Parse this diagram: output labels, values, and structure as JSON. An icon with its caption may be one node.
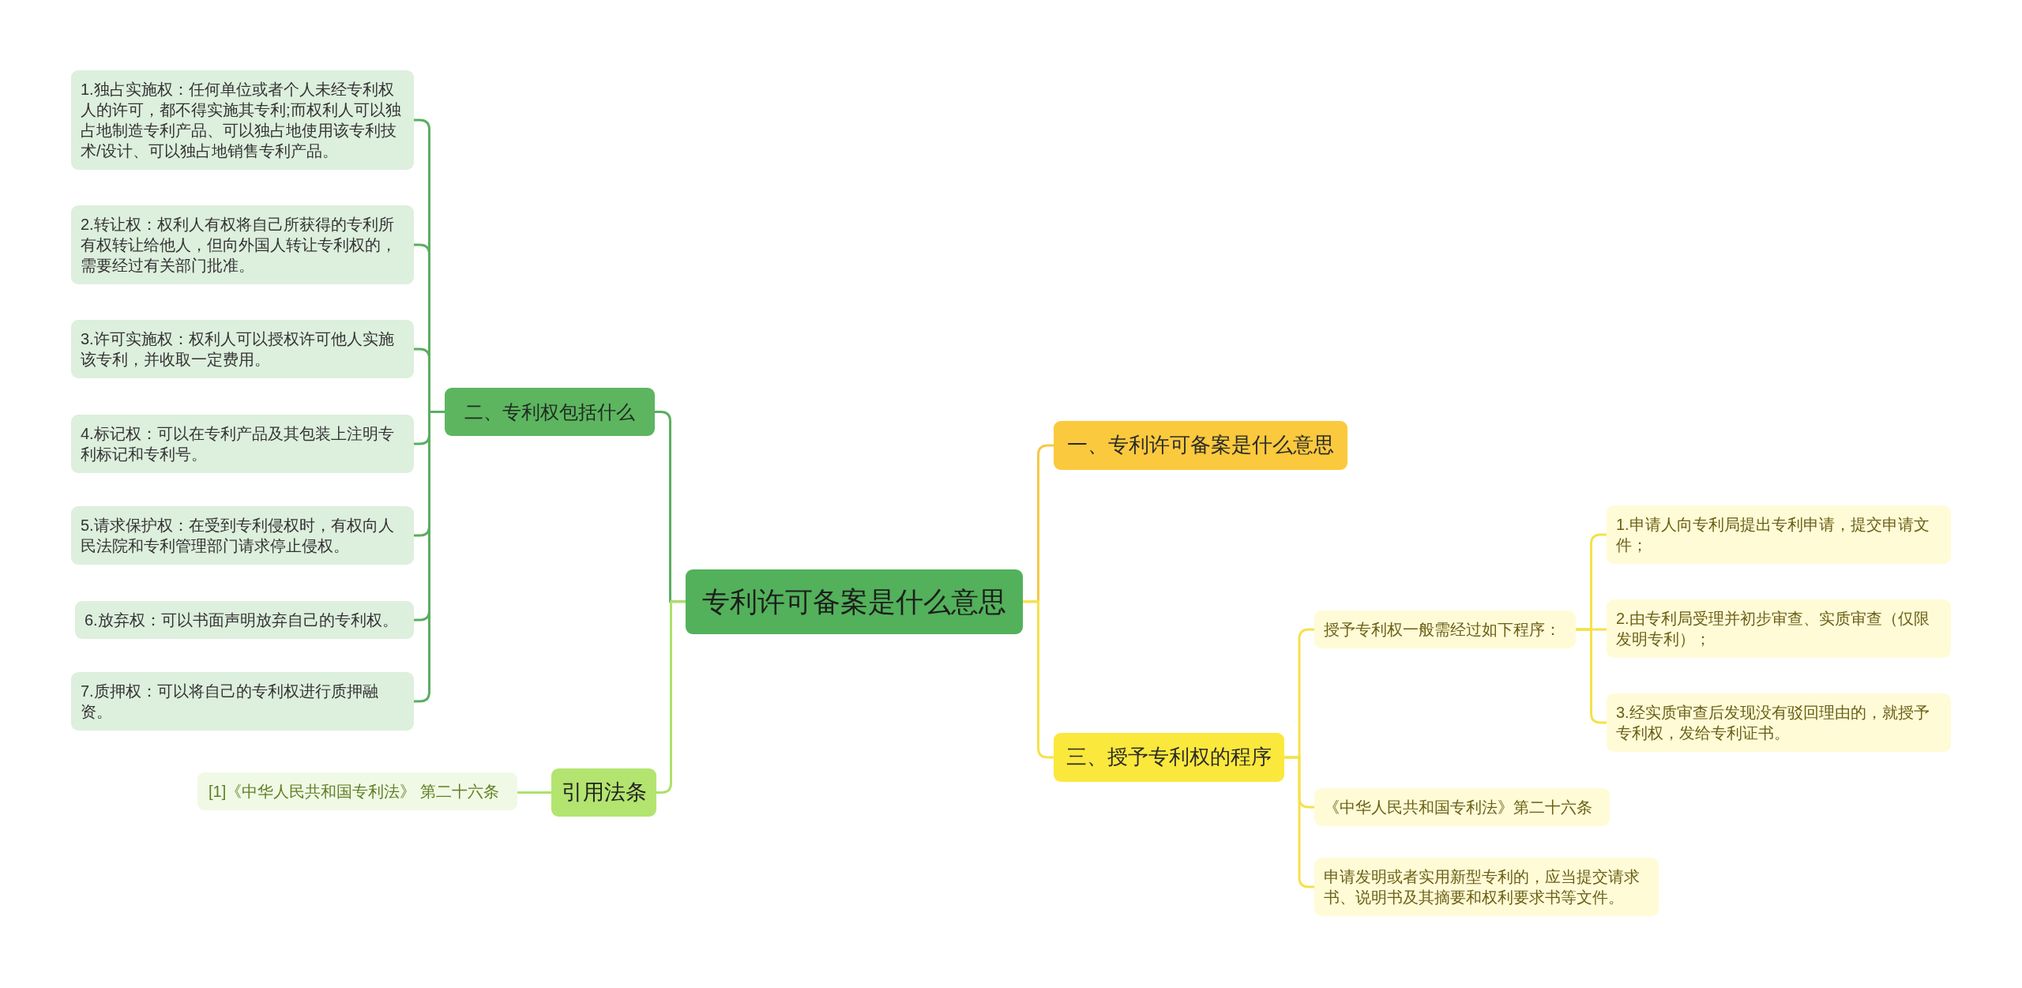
{
  "diagram": {
    "nodes": [
      {
        "text": [
          "专利许可备案是什么意思"
        ]
      },
      {
        "text": [
          "二、专利权包括什么"
        ]
      },
      {
        "text": [
          "1.独占实施权：任何单位或者个人未经专利权人的许可，都不得实施其专利;而权利人可以独占地制造专利产品、可以独占地使用该专利技术/设计、可以独占地销售专利产品。"
        ]
      },
      {
        "text": [
          "2.转让权：权利人有权将自己所获得的专利所有权转让给他人，但向外国人转让专利权的，需要经过有关部门批准。"
        ]
      },
      {
        "text": [
          "3.许可实施权：权利人可以授权许可他人实施该专利，并收取一定费用。"
        ]
      },
      {
        "text": [
          "4.标记权：可以在专利产品及其包装上注明专利标记和专利号。"
        ]
      },
      {
        "text": [
          "5.请求保护权：在受到专利侵权时，有权向人民法院和专利管理部门请求停止侵权。"
        ]
      },
      {
        "text": [
          "6.放弃权：可以书面声明放弃自己的专利权。"
        ]
      },
      {
        "text": [
          "7.质押权：可以将自己的专利权进行质押融资。"
        ]
      },
      {
        "text": [
          "引用法条"
        ]
      },
      {
        "text": [
          "[1]《中华人民共和国专利法》 第二十六条"
        ]
      },
      {
        "text": [
          "一、专利许可备案是什么意思"
        ]
      },
      {
        "text": [
          "三、授予专利权的程序"
        ]
      },
      {
        "text": [
          "授予专利权一般需经过如下程序："
        ]
      },
      {
        "text": [
          "1.申请人向专利局提出专利申请，提交申请文件；"
        ]
      },
      {
        "text": [
          "2.由专利局受理并初步审查、实质审查（仅限发明专利）；"
        ]
      },
      {
        "text": [
          "3.经实质审查后发现没有驳回理由的，就授予专利权，发给专利证书。"
        ]
      },
      {
        "text": [
          "《中华人民共和国专利法》第二十六条"
        ]
      },
      {
        "text": [
          "申请发明或者实用新型专利的，应当提交请求书、说明书及其摘要和权利要求书等文件。"
        ]
      }
    ],
    "edges": [
      {
        "from": 0,
        "to": 1,
        "arrow": "none"
      },
      {
        "from": 1,
        "to": 2,
        "arrow": "none"
      },
      {
        "from": 1,
        "to": 3,
        "arrow": "none"
      },
      {
        "from": 1,
        "to": 4,
        "arrow": "none"
      },
      {
        "from": 1,
        "to": 5,
        "arrow": "none"
      },
      {
        "from": 1,
        "to": 6,
        "arrow": "none"
      },
      {
        "from": 1,
        "to": 7,
        "arrow": "none"
      },
      {
        "from": 1,
        "to": 8,
        "arrow": "none"
      },
      {
        "from": 0,
        "to": 9,
        "arrow": "none",
        "color": "#aee06c"
      },
      {
        "from": 9,
        "to": 10,
        "arrow": "none",
        "color": "#aee06c"
      },
      {
        "from": 0,
        "to": 11,
        "arrow": "none",
        "color": "#f6c845"
      },
      {
        "from": 0,
        "to": 12,
        "arrow": "none",
        "color": "#f4e24a"
      },
      {
        "from": 12,
        "to": 13,
        "arrow": "none",
        "color": "#f4e24a"
      },
      {
        "from": 13,
        "to": 14,
        "arrow": "none",
        "color": "#f4e24a"
      },
      {
        "from": 13,
        "to": 15,
        "arrow": "none",
        "color": "#f4e24a"
      },
      {
        "from": 13,
        "to": 16,
        "arrow": "none",
        "color": "#f4e24a"
      },
      {
        "from": 12,
        "to": 17,
        "arrow": "none",
        "color": "#f4e24a"
      },
      {
        "from": 12,
        "to": 18,
        "arrow": "none",
        "color": "#f4e24a"
      }
    ]
  }
}
